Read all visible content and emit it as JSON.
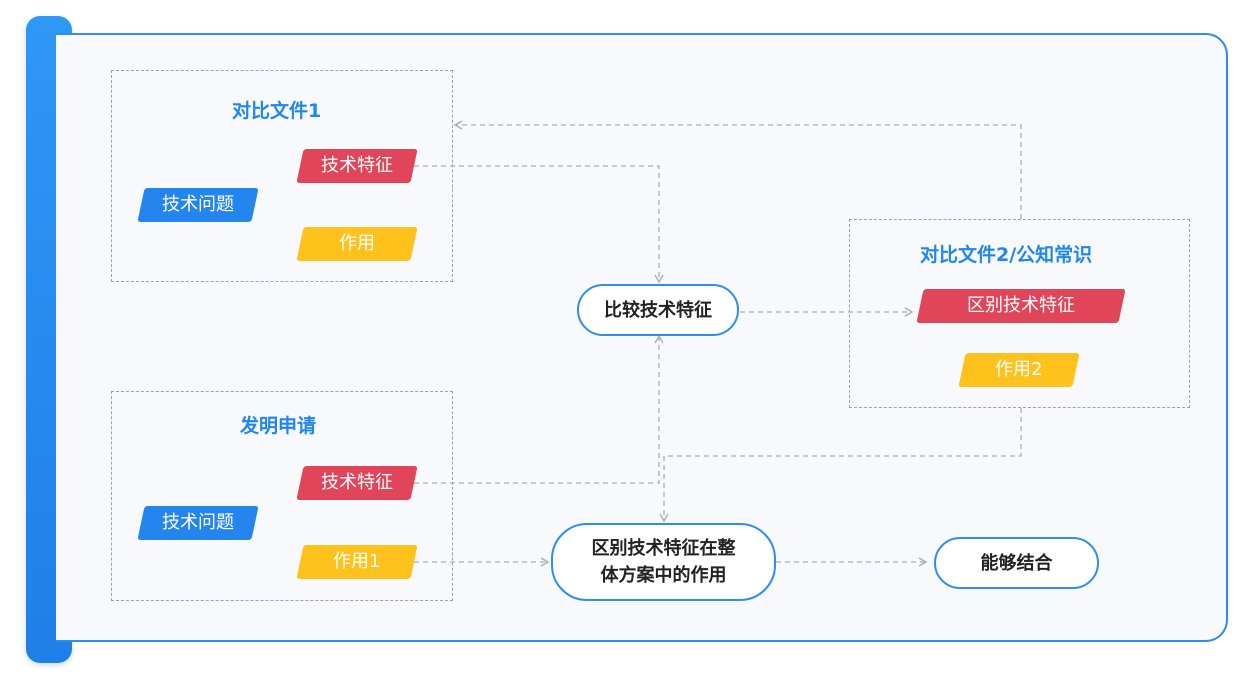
{
  "colors": {
    "accent_blue": "#2f8cf0",
    "feature_red": "#e0455a",
    "problem_blue": "#2585ee",
    "effect_yellow": "#ffc21c",
    "connector_gray": "#a8aeb6"
  },
  "doc1": {
    "title": "对比文件1",
    "feature": "技术特征",
    "problem": "技术问题",
    "effect": "作用"
  },
  "application": {
    "title": "发明申请",
    "feature": "技术特征",
    "problem": "技术问题",
    "effect": "作用1"
  },
  "doc2": {
    "title": "对比文件2/公知常识",
    "diff_feature": "区别技术特征",
    "effect": "作用2"
  },
  "nodes": {
    "compare": "比较技术特征",
    "role_line1": "区别技术特征在整",
    "role_line2": "体方案中的作用",
    "combine": "能够结合"
  }
}
